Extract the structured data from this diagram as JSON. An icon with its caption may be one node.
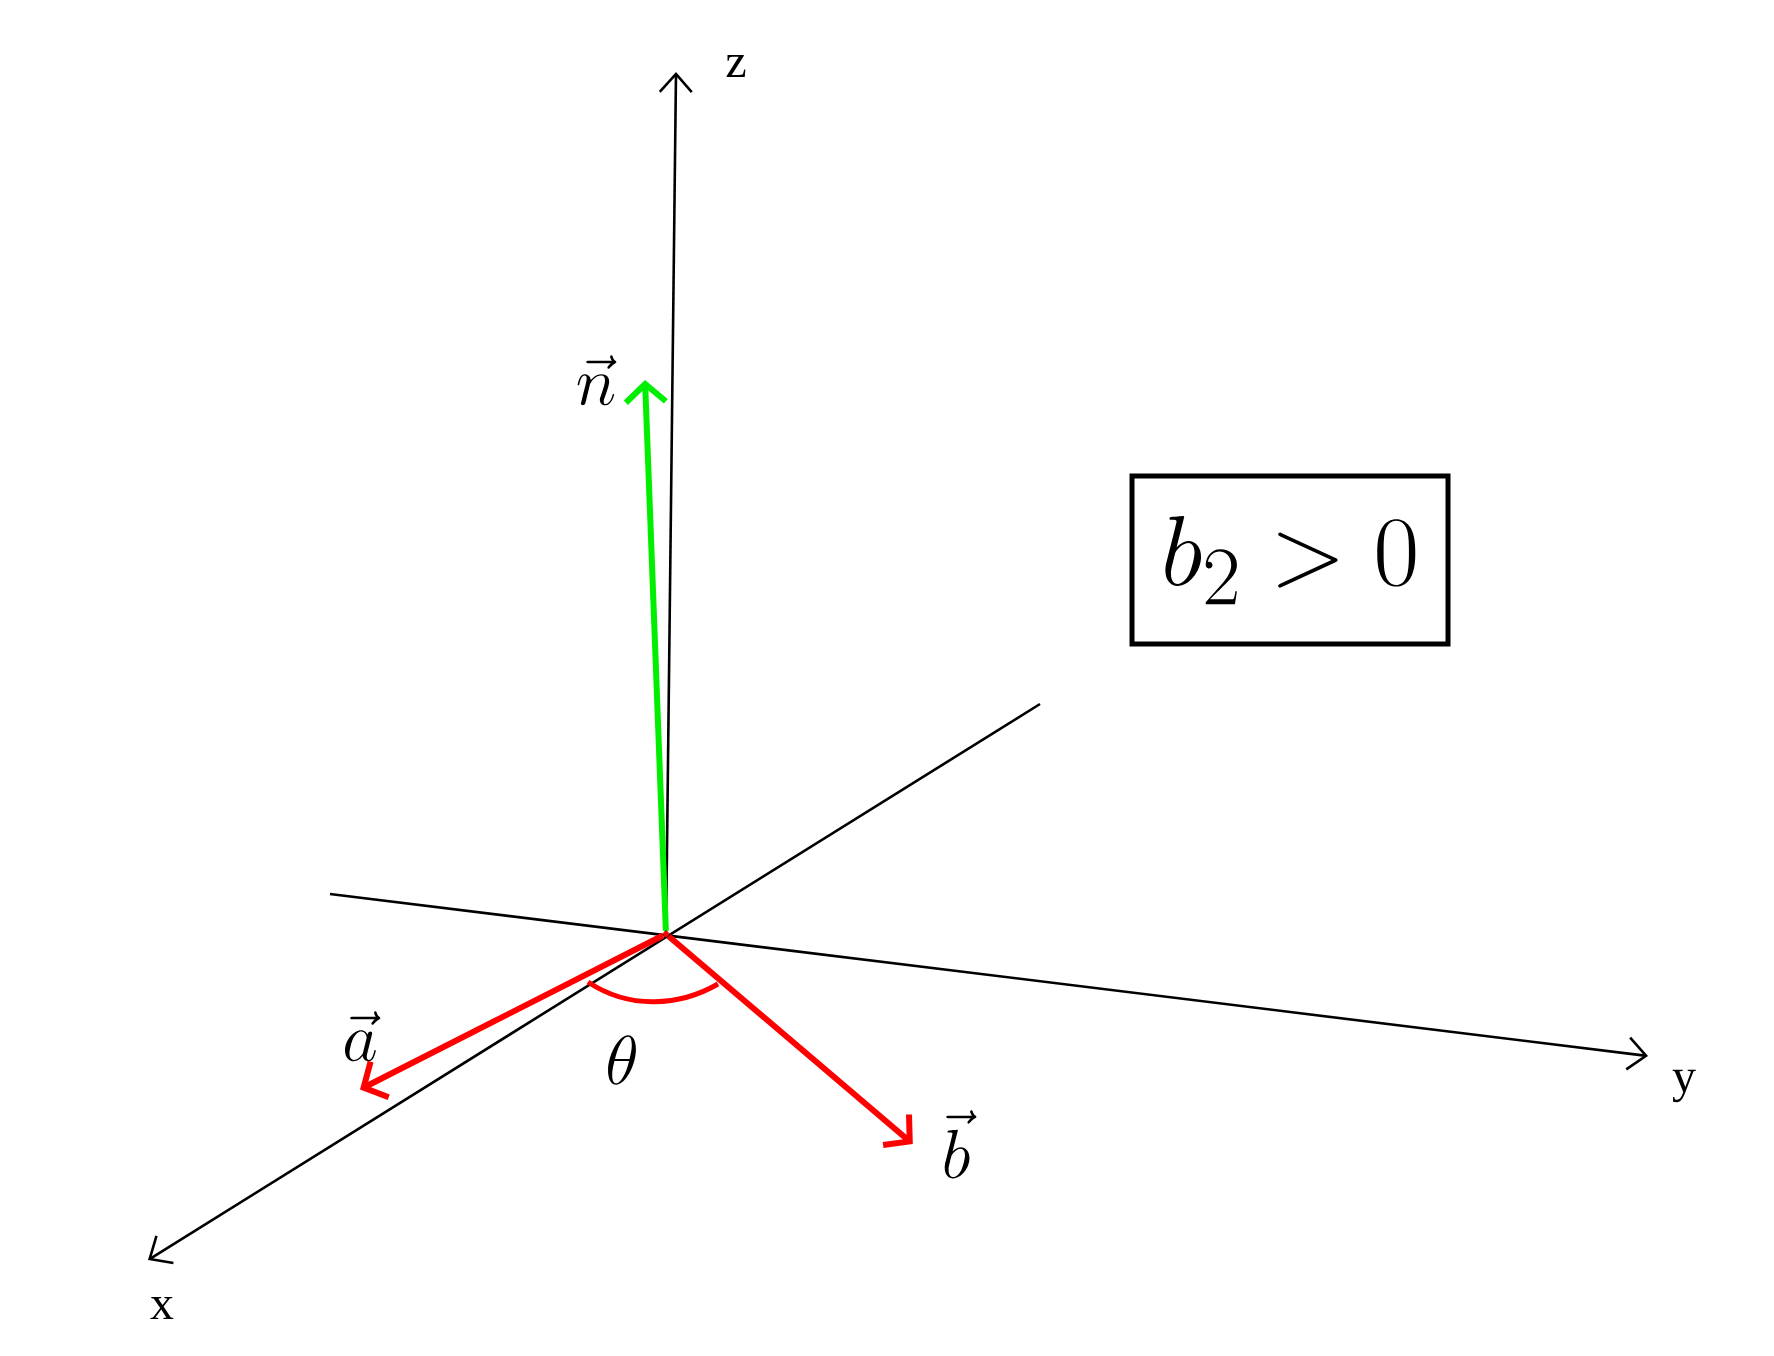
{
  "diagram": {
    "nodes": [
      {
        "text": [],
        "shape": "point"
      },
      {
        "text": [
          "b_2 > 0"
        ]
      },
      {
        "text": [
          "\\vec{n}"
        ]
      },
      {
        "text": [
          "\\vec{a}"
        ]
      },
      {
        "text": [
          "\\vec{b}"
        ]
      }
    ],
    "edges": [
      {
        "from": 0,
        "to": 2,
        "arrow": "to",
        "color": "#00ee00"
      },
      {
        "from": 0,
        "to": 3,
        "arrow": "to",
        "color": "#ff0000"
      },
      {
        "from": 0,
        "to": 4,
        "arrow": "to",
        "color": "#ff0000"
      }
    ],
    "labels": [
      "z",
      "y",
      "x",
      "\\theta"
    ]
  }
}
